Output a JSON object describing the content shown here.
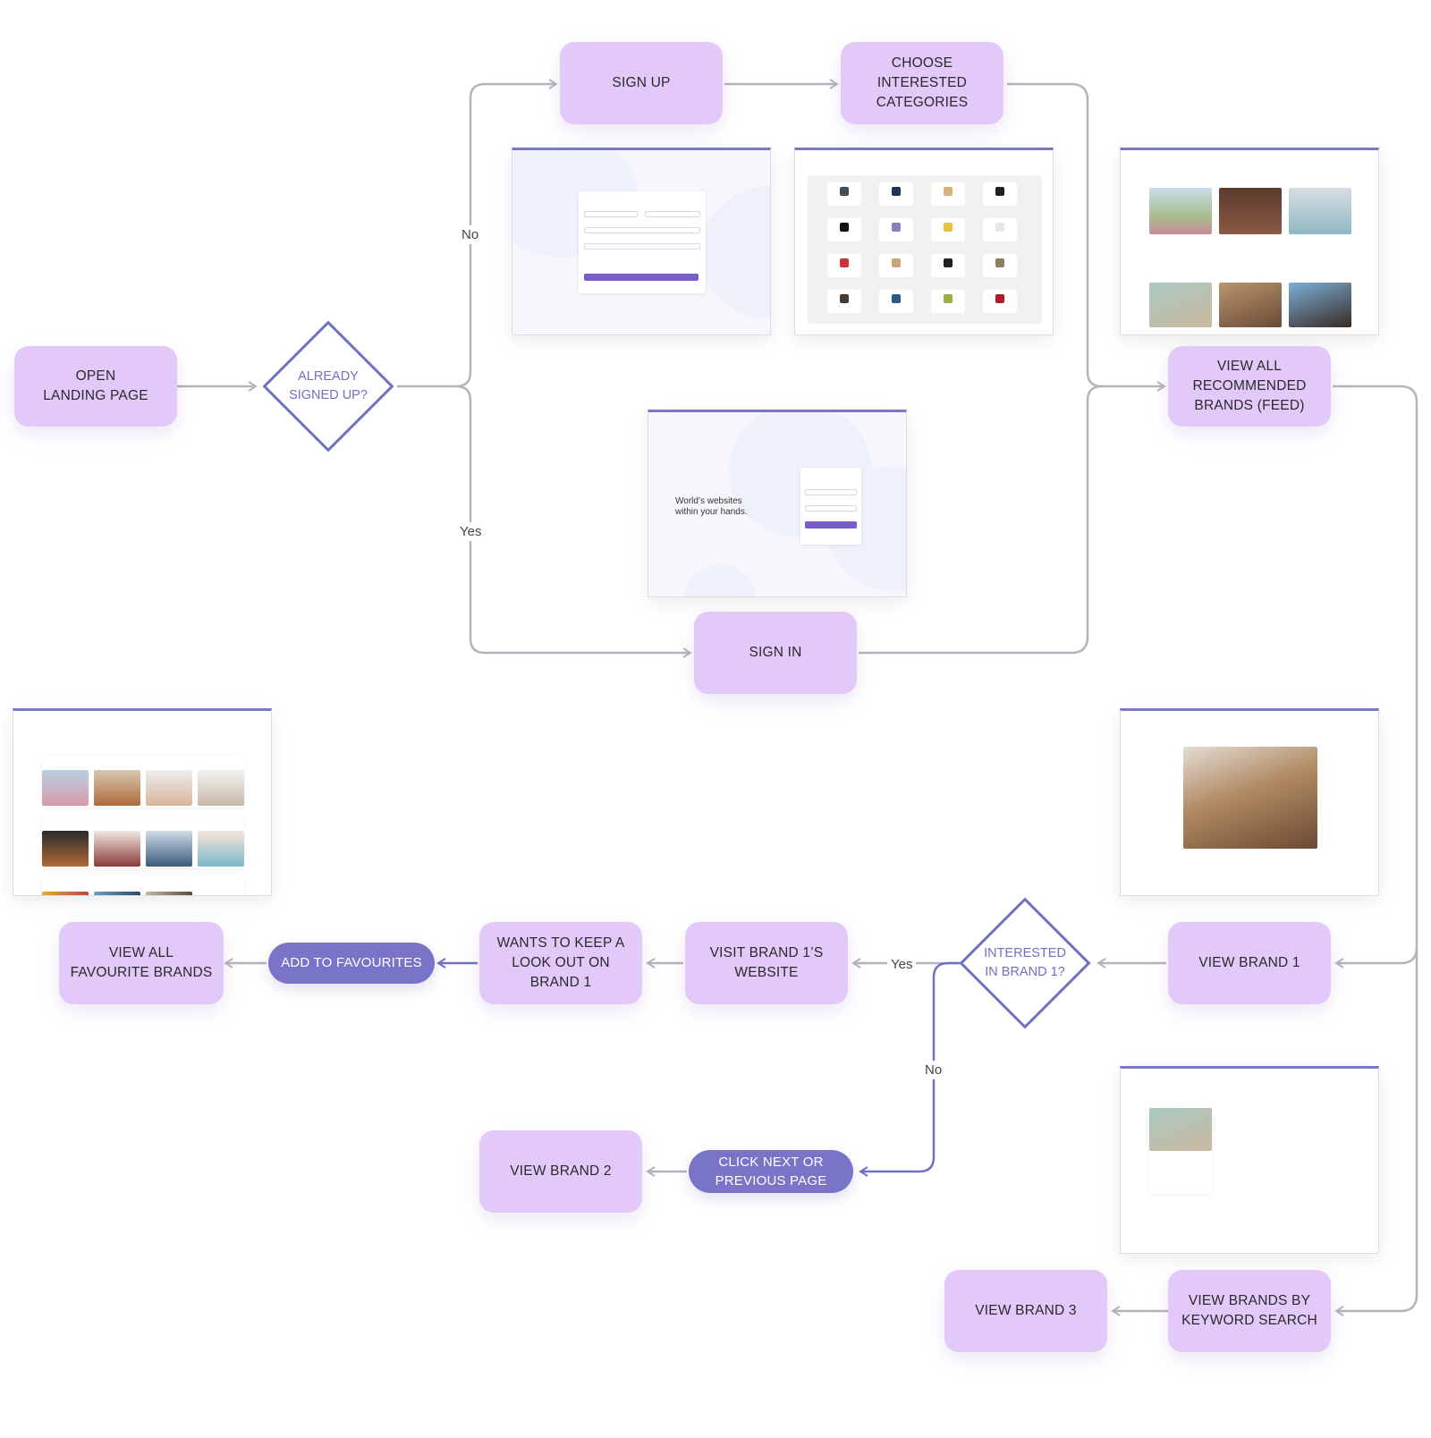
{
  "nodes": {
    "sign_up": "Sign Up",
    "choose_categories": "Choose\nInterested\nCategories",
    "open_landing": "Open\nLanding Page",
    "already_signed_up": "Already\nSigned Up?",
    "view_all_recommended": "View All\nRecommended\nBrands (Feed)",
    "sign_in": "Sign In",
    "view_all_favourites": "View All\nFavourite Brands",
    "add_to_favourites": "Add to Favourites",
    "wants_to_keep": "Wants to Keep a\nLook Out on\nBrand 1",
    "visit_brand_website": "Visit Brand 1’s\nWebsite",
    "interested_in_brand": "Interested\nin  Brand 1?",
    "view_brand_1": "View Brand 1",
    "view_brand_2": "View Brand 2",
    "click_next": "Click Next or\nPrevious Page",
    "view_brand_3": "View Brand 3",
    "view_by_keyword": "View Brands by\nKeyword Search"
  },
  "edge_labels": {
    "no_top": "No",
    "yes_left": "Yes",
    "yes_mid": "Yes",
    "no_bottom": "No"
  },
  "screens": {
    "signin_hero": "World’s websites\nwithin your hands."
  },
  "colors": {
    "box_fill": "#e2c9fa",
    "pill_fill": "#7a74c8",
    "diamond_stroke": "#6e70c4",
    "gray_line": "#b4b4bc",
    "purple_line": "#6e70c4"
  }
}
